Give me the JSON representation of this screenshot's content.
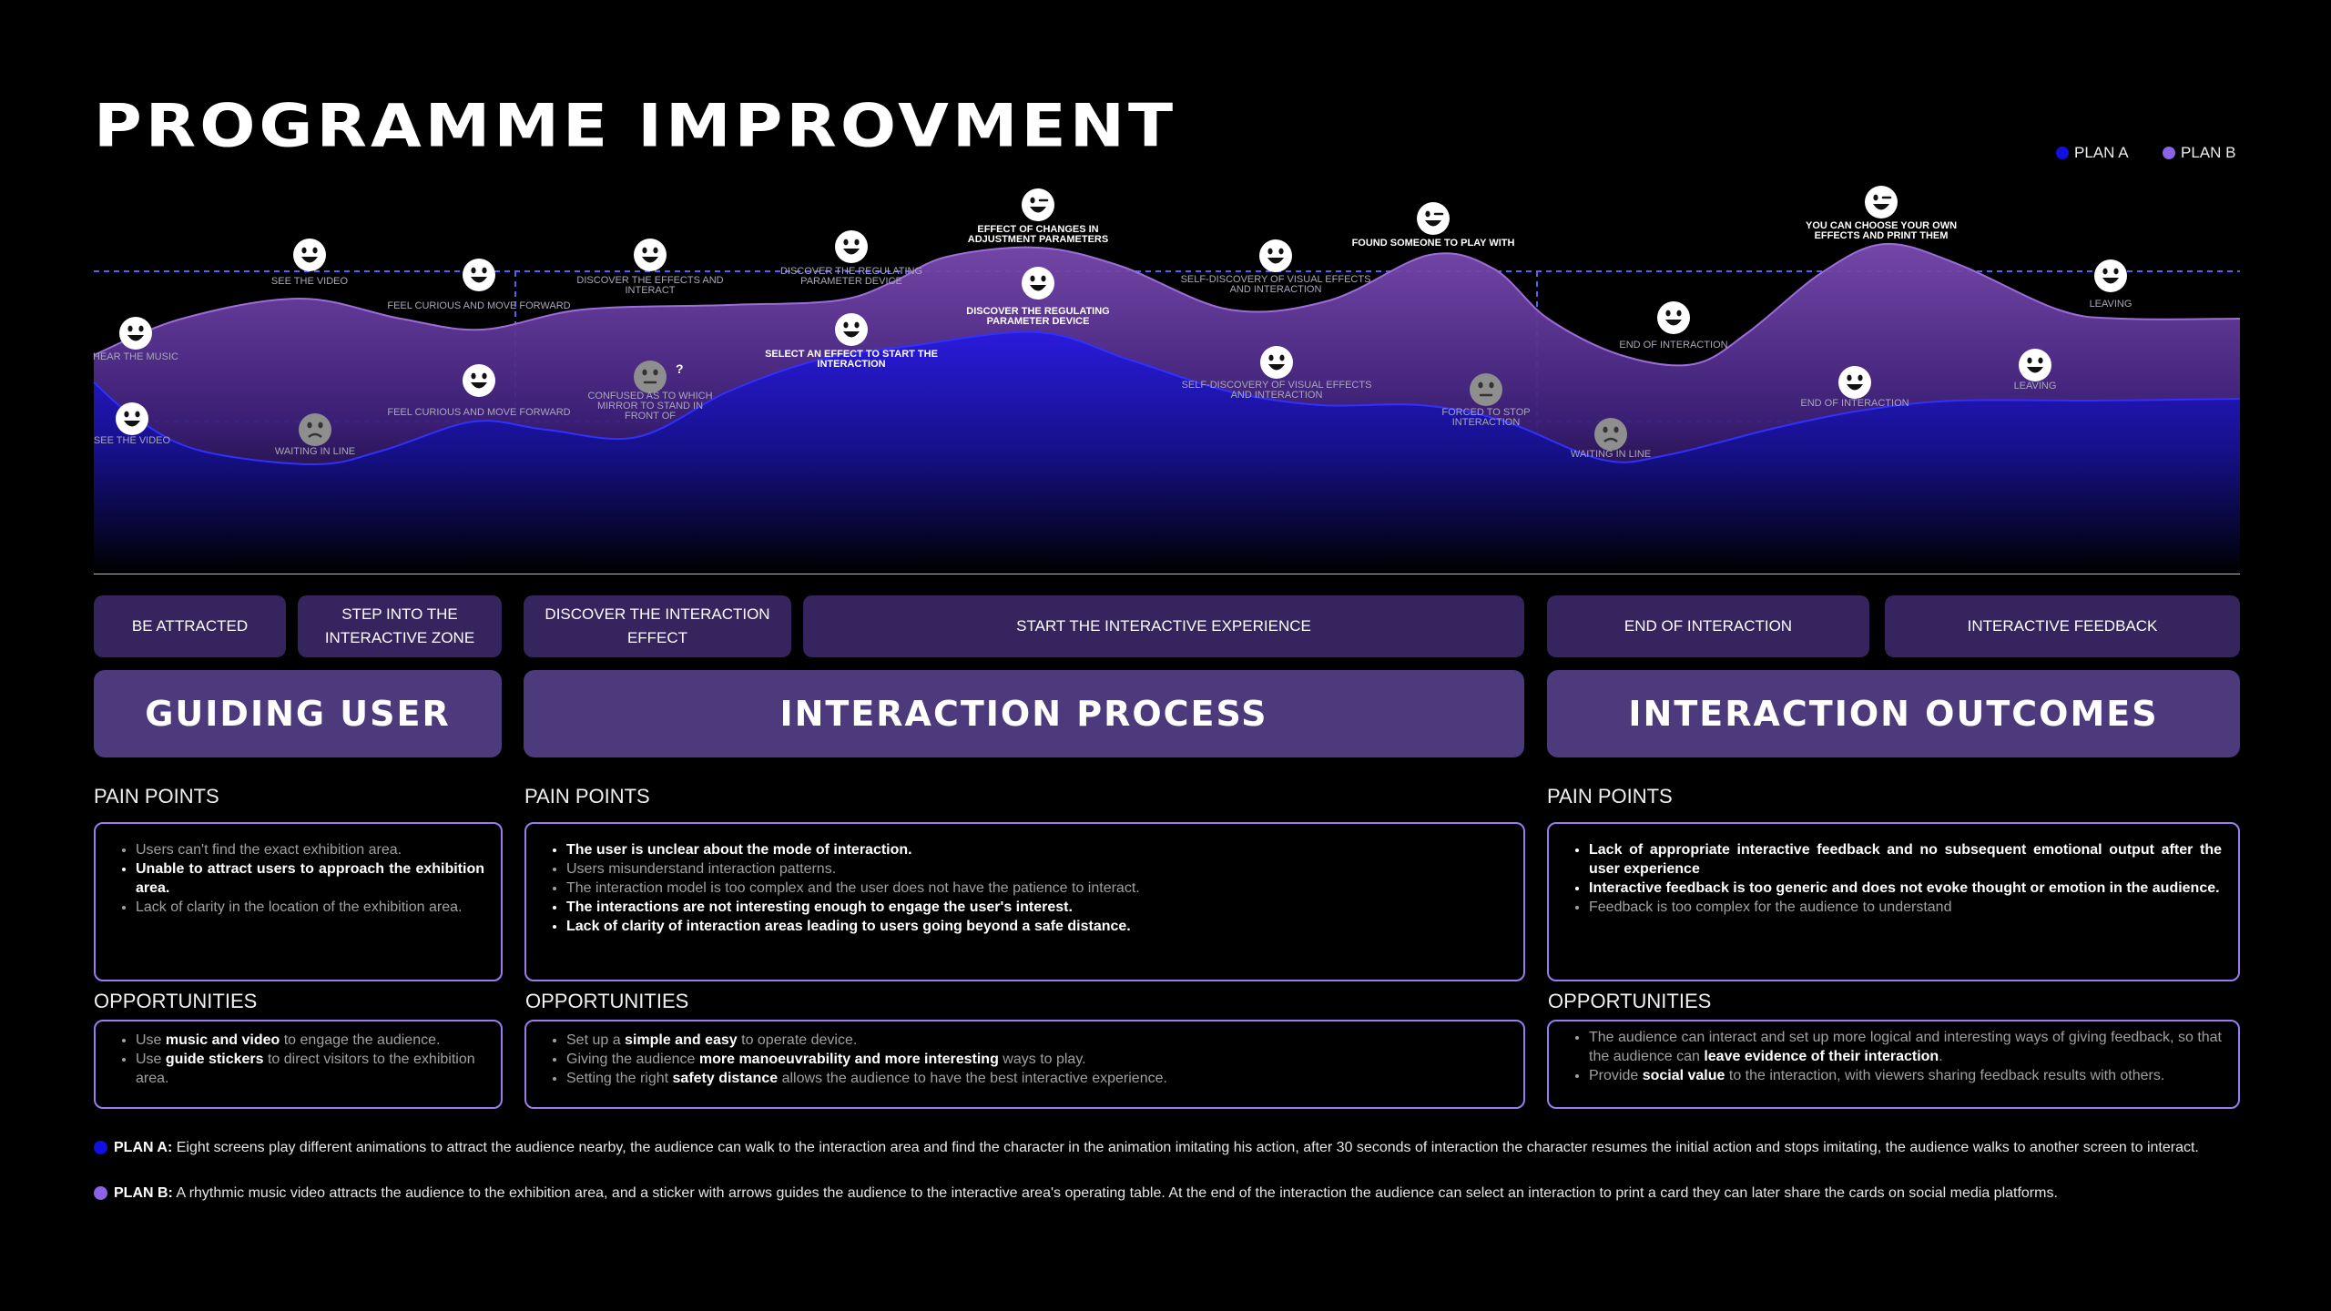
{
  "title": "PROGRAMME IMPROVMENT",
  "legend": [
    {
      "label": "PLAN A",
      "color": "#1010e0"
    },
    {
      "label": "PLAN B",
      "color": "#8a63e6"
    }
  ],
  "journey": {
    "plan_a_points": [
      {
        "label": "SEE THE VIDEO",
        "mood": "happy"
      },
      {
        "label": "WAITING IN LINE",
        "mood": "sad"
      },
      {
        "label": "FEEL CURIOUS AND MOVE FORWARD",
        "mood": "happy"
      },
      {
        "label": "CONFUSED AS TO WHICH MIRROR TO STAND IN FRONT OF",
        "mood": "confused"
      },
      {
        "label": "SELECT AN EFFECT TO START THE INTERACTION",
        "mood": "happy"
      },
      {
        "label": "DISCOVER THE REGULATING PARAMETER DEVICE",
        "mood": "happy"
      },
      {
        "label": "SELF-DISCOVERY OF VISUAL EFFECTS AND INTERACTION",
        "mood": "happy"
      },
      {
        "label": "FORCED TO STOP INTERACTION",
        "mood": "neutral"
      },
      {
        "label": "WAITING IN LINE",
        "mood": "sad"
      },
      {
        "label": "END OF INTERACTION",
        "mood": "happy"
      },
      {
        "label": "LEAVING",
        "mood": "happy"
      }
    ],
    "plan_b_points": [
      {
        "label": "HEAR THE MUSIC",
        "mood": "happy"
      },
      {
        "label": "SEE THE VIDEO",
        "mood": "happy"
      },
      {
        "label": "FEEL CURIOUS AND MOVE FORWARD",
        "mood": "happy"
      },
      {
        "label": "DISCOVER THE EFFECTS AND INTERACT",
        "mood": "happy"
      },
      {
        "label": "DISCOVER THE REGULATING PARAMETER DEVICE",
        "mood": "happy"
      },
      {
        "label": "EFFECT OF CHANGES IN ADJUSTMENT PARAMETERS",
        "mood": "excited"
      },
      {
        "label": "SELF-DISCOVERY OF VISUAL EFFECTS AND INTERACTION",
        "mood": "happy"
      },
      {
        "label": "FOUND SOMEONE TO PLAY WITH",
        "mood": "excited"
      },
      {
        "label": "END OF INTERACTION",
        "mood": "happy"
      },
      {
        "label": "YOU CAN CHOOSE YOUR OWN EFFECTS AND PRINT THEM",
        "mood": "excited"
      },
      {
        "label": "LEAVING",
        "mood": "happy"
      }
    ],
    "confused_mark": "?"
  },
  "stages": [
    "BE ATTRACTED",
    "STEP INTO THE INTERACTIVE ZONE",
    "DISCOVER THE INTERACTION EFFECT",
    "START THE INTERACTIVE EXPERIENCE",
    "END OF INTERACTION",
    "INTERACTIVE FEEDBACK"
  ],
  "phases": [
    "GUIDING USER",
    "INTERACTION PROCESS",
    "INTERACTION OUTCOMES"
  ],
  "pain_label": "PAIN POINTS",
  "opp_label": "OPPORTUNITIES",
  "pain_points": [
    [
      {
        "text": "Users can't find the exact exhibition area.",
        "style": "dim"
      },
      {
        "text": "Unable to attract users to approach the exhibition area.",
        "style": "strong"
      },
      {
        "text": "Lack of clarity in the location of the exhibition area.",
        "style": "dim"
      }
    ],
    [
      {
        "text": "The user is unclear about the mode of interaction.",
        "style": "strong"
      },
      {
        "text": "Users misunderstand interaction patterns.",
        "style": "dim"
      },
      {
        "text": "The interaction model is too complex and the user does not have the patience to interact.",
        "style": "dim"
      },
      {
        "text": "The interactions are not interesting enough to engage the user's interest.",
        "style": "strong"
      },
      {
        "text": "Lack of clarity of interaction areas leading to users going beyond a safe distance.",
        "style": "strong"
      }
    ],
    [
      {
        "text": "Lack of appropriate interactive feedback and no subsequent emotional output after the user experience",
        "style": "strong"
      },
      {
        "text": "Interactive feedback is too generic and does not evoke thought or emotion in the audience.",
        "style": "strong"
      },
      {
        "text": "Feedback is too complex for the audience to understand",
        "style": "dim"
      }
    ]
  ],
  "opportunities": [
    [
      [
        {
          "t": "Use "
        },
        {
          "t": "music and video",
          "b": true
        },
        {
          "t": " to engage the audience."
        }
      ],
      [
        {
          "t": "Use "
        },
        {
          "t": "guide stickers",
          "b": true
        },
        {
          "t": " to direct visitors to the exhibition area."
        }
      ]
    ],
    [
      [
        {
          "t": "Set up a "
        },
        {
          "t": "simple and easy",
          "b": true
        },
        {
          "t": " to operate device."
        }
      ],
      [
        {
          "t": "Giving the audience "
        },
        {
          "t": "more manoeuvrability and more interesting",
          "b": true
        },
        {
          "t": " ways to play."
        }
      ],
      [
        {
          "t": "Setting the right "
        },
        {
          "t": "safety distance",
          "b": true
        },
        {
          "t": " allows the audience to have the best interactive experience."
        }
      ]
    ],
    [
      [
        {
          "t": "The audience can interact and set up more logical and interesting ways of giving feedback, so that the audience can "
        },
        {
          "t": "leave evidence of their interaction",
          "b": true
        },
        {
          "t": "."
        }
      ],
      [
        {
          "t": "Provide "
        },
        {
          "t": "social value",
          "b": true
        },
        {
          "t": " to the interaction, with viewers sharing feedback results with others."
        }
      ]
    ]
  ],
  "notes": [
    {
      "label": "PLAN A:",
      "color": "#1010e0",
      "text": " Eight screens play different animations to attract the audience nearby, the audience can walk to the interaction area and find the character in the animation imitating his action, after 30 seconds of interaction the character resumes the initial action and stops imitating, the audience walks to another screen to interact."
    },
    {
      "label": "PLAN B:",
      "color": "#8a63e6",
      "text": " A rhythmic music video attracts the audience to the exhibition area, and a sticker with arrows guides the audience to the interactive area's operating table. At the end of the interaction the audience can select an interaction to print a card they can later share the cards on social media platforms."
    }
  ]
}
